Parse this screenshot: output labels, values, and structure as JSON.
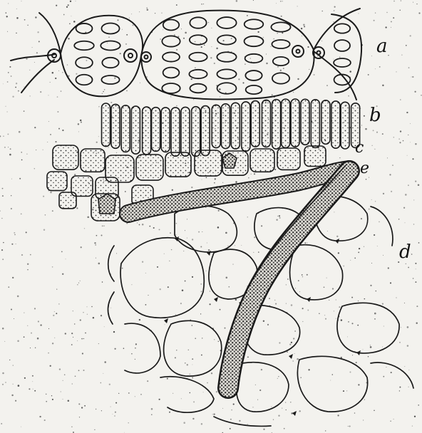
{
  "labels": {
    "a": "a",
    "b": "b",
    "c": "c",
    "e": "e",
    "d": "d"
  },
  "colors": {
    "paper": "#f3f2ee",
    "ink": "#1a1a1a",
    "stipple": "#2a2a2a"
  }
}
